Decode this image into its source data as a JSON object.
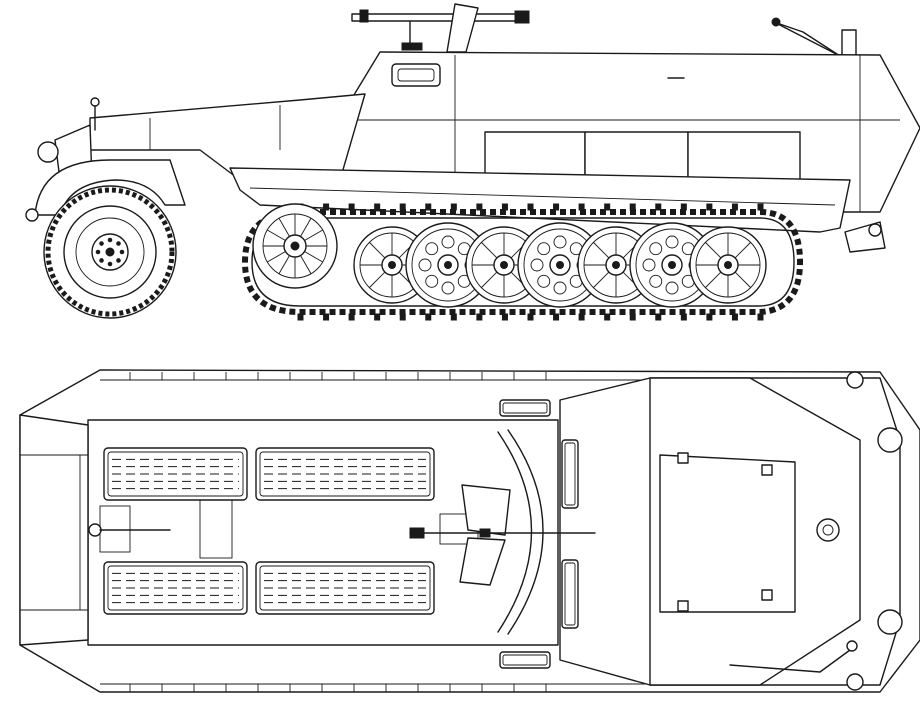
{
  "drawing": {
    "views": [
      {
        "id": "side",
        "label": ""
      },
      {
        "id": "top",
        "label": ""
      }
    ],
    "colors": {
      "ink": "#1a1a1a",
      "paper": "#ffffff"
    },
    "side_view": {
      "road_wheels": 7,
      "front_wheel": 1,
      "drive_sprocket": 1,
      "grousers": 38
    },
    "top_view": {
      "seat_benches": 4,
      "hatches": 4,
      "seat_dash_lines": 5
    }
  }
}
